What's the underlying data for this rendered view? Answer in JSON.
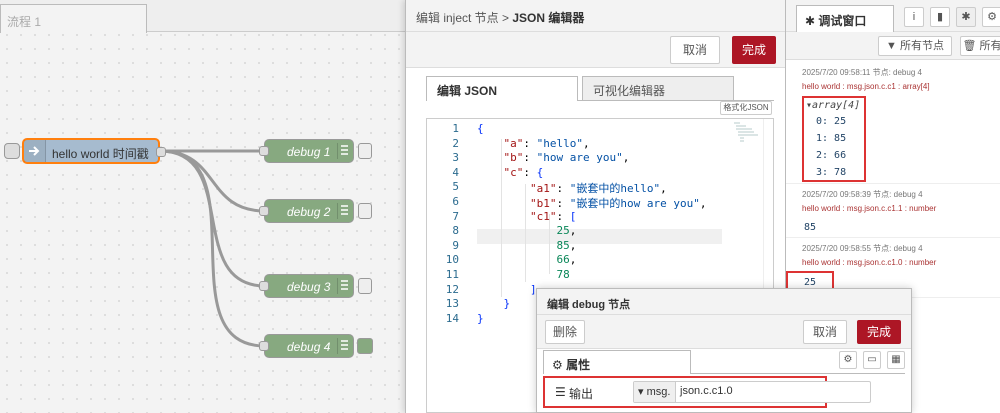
{
  "workspace": {
    "tab_label": "流程 1",
    "inject_label": "hello world 时间戳",
    "debug_nodes": [
      "debug 1",
      "debug 2",
      "debug 3",
      "debug 4"
    ]
  },
  "json_editor": {
    "breadcrumb": "编辑 inject 节点 >",
    "title": "JSON 编辑器",
    "cancel_label": "取消",
    "done_label": "完成",
    "tab_json": "编辑 JSON",
    "tab_visual": "可视化编辑器",
    "format_label": "格式化JSON",
    "code_lines": [
      {
        "n": "1",
        "t": "{"
      },
      {
        "n": "2",
        "t": "    \"a\": \"hello\","
      },
      {
        "n": "3",
        "t": "    \"b\": \"how are you\","
      },
      {
        "n": "4",
        "t": "    \"c\": {"
      },
      {
        "n": "5",
        "t": "        \"a1\": \"嵌套中的hello\","
      },
      {
        "n": "6",
        "t": "        \"b1\": \"嵌套中的how are you\","
      },
      {
        "n": "7",
        "t": "        \"c1\": ["
      },
      {
        "n": "8",
        "t": "            25,"
      },
      {
        "n": "9",
        "t": "            85,"
      },
      {
        "n": "10",
        "t": "            66,"
      },
      {
        "n": "11",
        "t": "            78"
      },
      {
        "n": "12",
        "t": "        ]"
      },
      {
        "n": "13",
        "t": "    }"
      },
      {
        "n": "14",
        "t": "}"
      }
    ]
  },
  "sidebar": {
    "tab_label": "调试窗口",
    "filter_label": "所有节点",
    "clear_label": "所有",
    "messages": [
      {
        "meta": "2025/7/20 09:58:11   节点: debug 4",
        "path": "hello world : msg.json.c.c1 : array[4]",
        "array_label": "array[4]",
        "items": [
          "0: 25",
          "1: 85",
          "2: 66",
          "3: 78"
        ]
      },
      {
        "meta": "2025/7/20 09:58:39   节点: debug 4",
        "path": "hello world : msg.json.c.c1.1 : number",
        "value": "85"
      },
      {
        "meta": "2025/7/20 09:58:55   节点: debug 4",
        "path": "hello world : msg.json.c.c1.0 : number",
        "value": "25"
      }
    ]
  },
  "debug_editor": {
    "title": "编辑 debug 节点",
    "delete_label": "删除",
    "cancel_label": "取消",
    "done_label": "完成",
    "tab_properties": "属性",
    "output_label": "输出",
    "output_type": "msg.",
    "output_value": "json.c.c1.0"
  },
  "colors": {
    "accent": "#ad1625",
    "debug_node": "#87a980",
    "highlight": "#dd3333"
  }
}
